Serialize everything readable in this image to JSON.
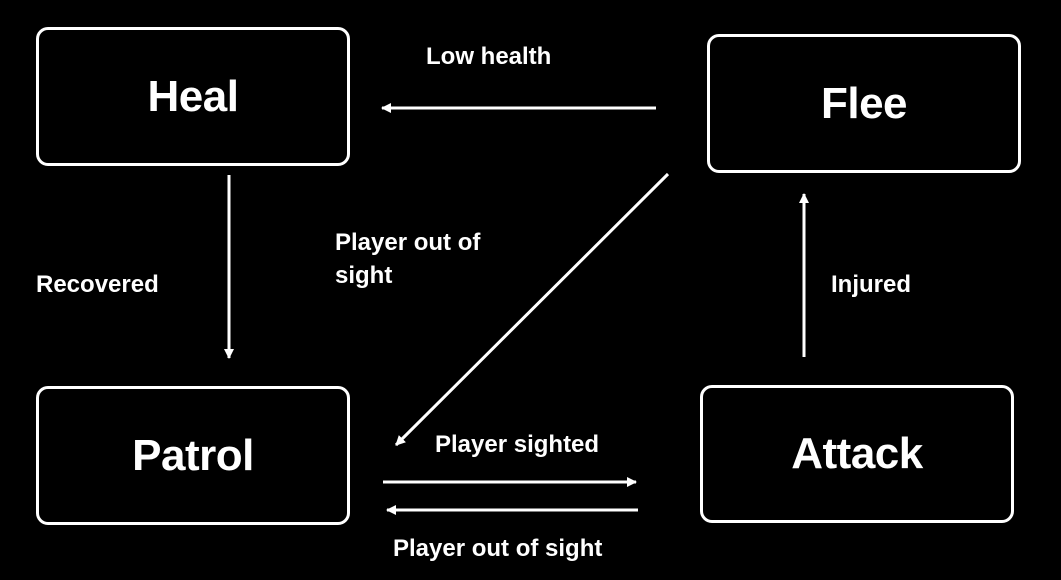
{
  "states": {
    "heal": "Heal",
    "flee": "Flee",
    "patrol": "Patrol",
    "attack": "Attack"
  },
  "transitions": {
    "flee_to_heal": "Low health",
    "heal_to_patrol": "Recovered",
    "flee_to_patrol": "Player out of sight",
    "attack_to_flee": "Injured",
    "patrol_to_attack": "Player sighted",
    "attack_to_patrol": "Player out of sight"
  },
  "colors": {
    "background": "#000000",
    "foreground": "#ffffff"
  }
}
